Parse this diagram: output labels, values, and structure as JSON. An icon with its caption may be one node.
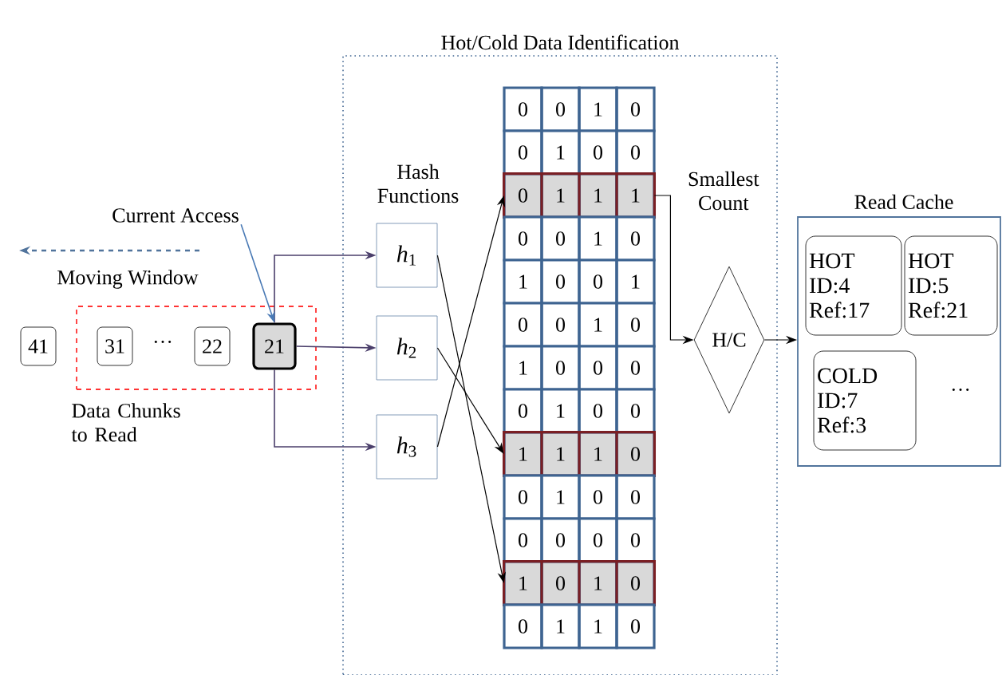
{
  "diagram": {
    "nodes": [
      {
        "text": [
          "Hot/Cold Data Identification"
        ]
      },
      {
        "text": [
          "41"
        ]
      },
      {
        "text": [
          "Data Chunks to Read"
        ]
      },
      {
        "text": [
          "31"
        ],
        "in": 2
      },
      {
        "text": [
          "22"
        ],
        "in": 2
      },
      {
        "text": [
          "21"
        ],
        "in": 2
      },
      {
        "text": [
          "Current Access"
        ]
      },
      {
        "text": [
          "*h*$_{1}$"
        ],
        "in": 0
      },
      {
        "text": [
          "*h*$_{2}$"
        ],
        "in": 0
      },
      {
        "text": [
          "*h*$_{3}$"
        ],
        "in": 0
      },
      {
        "text": [
          "0",
          "0",
          "1",
          "0"
        ],
        "in": 0
      },
      {
        "text": [
          "0",
          "1",
          "0",
          "0"
        ],
        "in": 0
      },
      {
        "text": [
          "0",
          "1",
          "1",
          "1"
        ],
        "in": 0
      },
      {
        "text": [
          "0",
          "0",
          "1",
          "0"
        ],
        "in": 0
      },
      {
        "text": [
          "1",
          "0",
          "0",
          "1"
        ],
        "in": 0
      },
      {
        "text": [
          "0",
          "0",
          "1",
          "0"
        ],
        "in": 0
      },
      {
        "text": [
          "1",
          "0",
          "0",
          "0"
        ],
        "in": 0
      },
      {
        "text": [
          "0",
          "1",
          "0",
          "0"
        ],
        "in": 0
      },
      {
        "text": [
          "1",
          "1",
          "1",
          "0"
        ],
        "in": 0
      },
      {
        "text": [
          "0",
          "1",
          "0",
          "0"
        ],
        "in": 0
      },
      {
        "text": [
          "0",
          "0",
          "0",
          "0"
        ],
        "in": 0
      },
      {
        "text": [
          "1",
          "0",
          "1",
          "0"
        ],
        "in": 0
      },
      {
        "text": [
          "0",
          "1",
          "1",
          "0"
        ],
        "in": 0
      },
      {
        "text": [
          "H/C"
        ],
        "in": 0
      },
      {
        "text": [
          "Read Cache"
        ]
      },
      {
        "text": [
          "HOT ID:4 Ref:17"
        ],
        "in": 24
      },
      {
        "text": [
          "HOT ID:5 Ref:21"
        ],
        "in": 24
      },
      {
        "text": [
          "COLD ID:7 Ref:3"
        ],
        "in": 24
      }
    ],
    "edges": [
      {
        "from": 5,
        "to": 7,
        "arrow": "to",
        "color": "#4b3f6b"
      },
      {
        "from": 5,
        "to": 8,
        "arrow": "to",
        "color": "#4b3f6b"
      },
      {
        "from": 5,
        "to": 9,
        "arrow": "to",
        "color": "#4b3f6b"
      },
      {
        "from": 7,
        "to": 21,
        "arrow": "to"
      },
      {
        "from": 8,
        "to": 18,
        "arrow": "to"
      },
      {
        "from": 9,
        "to": 12,
        "arrow": "to"
      },
      {
        "from": 6,
        "to": 5,
        "arrow": "to",
        "color": "#4a7ab5"
      },
      {
        "from": 12,
        "to": 23,
        "arrow": "to",
        "label": "Smallest Count"
      },
      {
        "from": 23,
        "to": 24,
        "arrow": "to"
      }
    ],
    "labels": [
      "Moving Window",
      "···",
      "Hash Functions",
      "···"
    ]
  }
}
